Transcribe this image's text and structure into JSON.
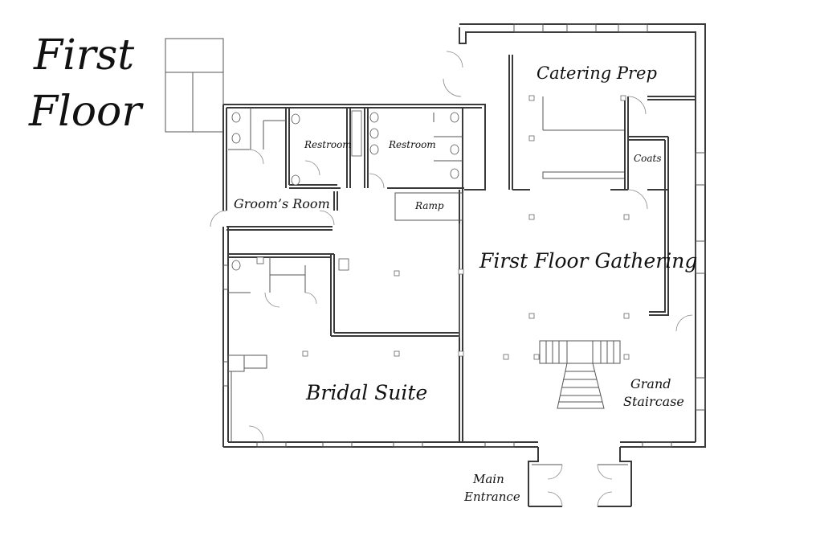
{
  "title": {
    "line1": "First",
    "line2": "Floor"
  },
  "rooms": {
    "catering_prep": "Catering Prep",
    "coats": "Coats",
    "restroom_left": "Restroom",
    "restroom_right": "Restroom",
    "grooms_room": "Groom’s Room",
    "ramp": "Ramp",
    "gathering": "First Floor Gathering",
    "bridal_suite": "Bridal Suite",
    "grand_staircase_1": "Grand",
    "grand_staircase_2": "Staircase",
    "main_entrance_1": "Main",
    "main_entrance_2": "Entrance"
  }
}
